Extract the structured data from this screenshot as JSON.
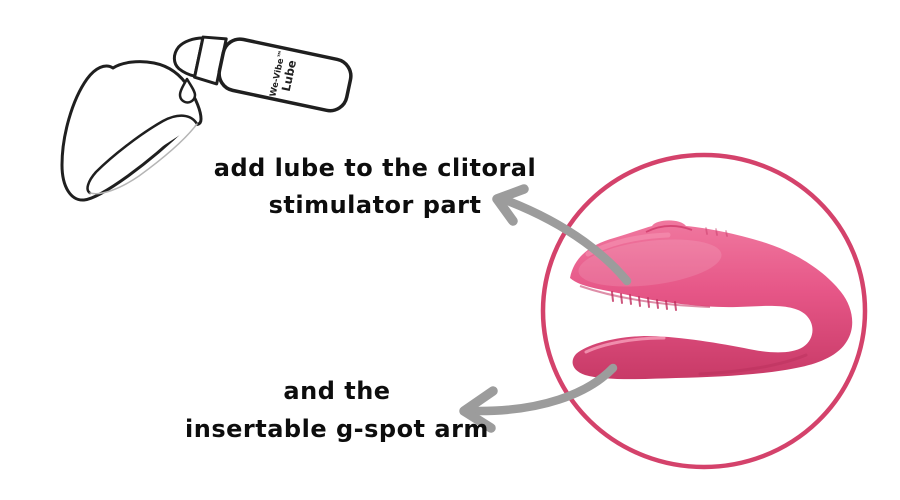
{
  "captions": {
    "clitoral": {
      "line1": "add lube to the clitoral",
      "line2": "stimulator part"
    },
    "gspot": {
      "line1": "and the",
      "line2": "insertable g-spot arm"
    }
  },
  "bottle": {
    "brand": "We-Vibe™",
    "label": "Lube"
  },
  "colors": {
    "text": "#0d0d0d",
    "outline": "#1f1f1f",
    "arrow": "#9c9c9c",
    "circle": "#d4426b",
    "product_light": "#f0789f",
    "product_mid": "#e65687",
    "product_dark": "#c83a67",
    "leaf_faint": "#b5b5b5"
  },
  "icons": {
    "device_outline": "device-outline-drawing",
    "lube_bottle": "lube-bottle-drawing",
    "lube_drop": "lube-drop-icon",
    "highlight_circle": "highlight-circle",
    "product": "product-photo",
    "arrow_up": "curved-arrow-icon",
    "arrow_down": "curved-arrow-icon"
  }
}
